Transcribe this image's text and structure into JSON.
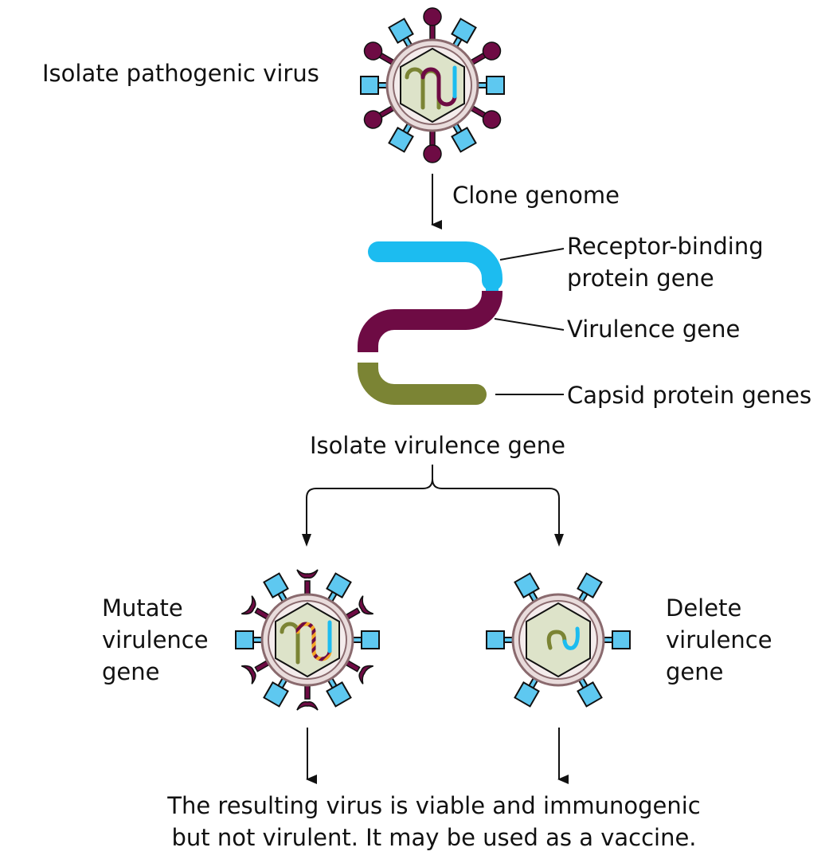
{
  "steps": {
    "isolate_virus": "Isolate pathogenic virus",
    "clone_genome": "Clone genome",
    "isolate_gene": "Isolate virulence gene",
    "mutate": [
      "Mutate",
      "virulence",
      "gene"
    ],
    "delete": [
      "Delete",
      "virulence",
      "gene"
    ]
  },
  "genome_labels": {
    "receptor": [
      "Receptor-binding",
      "protein gene"
    ],
    "virulence": "Virulence gene",
    "capsid": "Capsid protein genes"
  },
  "conclusion": [
    "The resulting virus is viable and immunogenic",
    "but not virulent. It may be used as a vaccine."
  ],
  "colors": {
    "receptor_gene": "#1cbcf0",
    "virulence_gene": "#6e0b44",
    "capsid_gene": "#7b8434",
    "envelope": "#e9dcdc",
    "envelope_stroke": "#8a6a6e",
    "capsid_fill": "#dde3c9",
    "receptor_spike": "#5ec8f0"
  }
}
